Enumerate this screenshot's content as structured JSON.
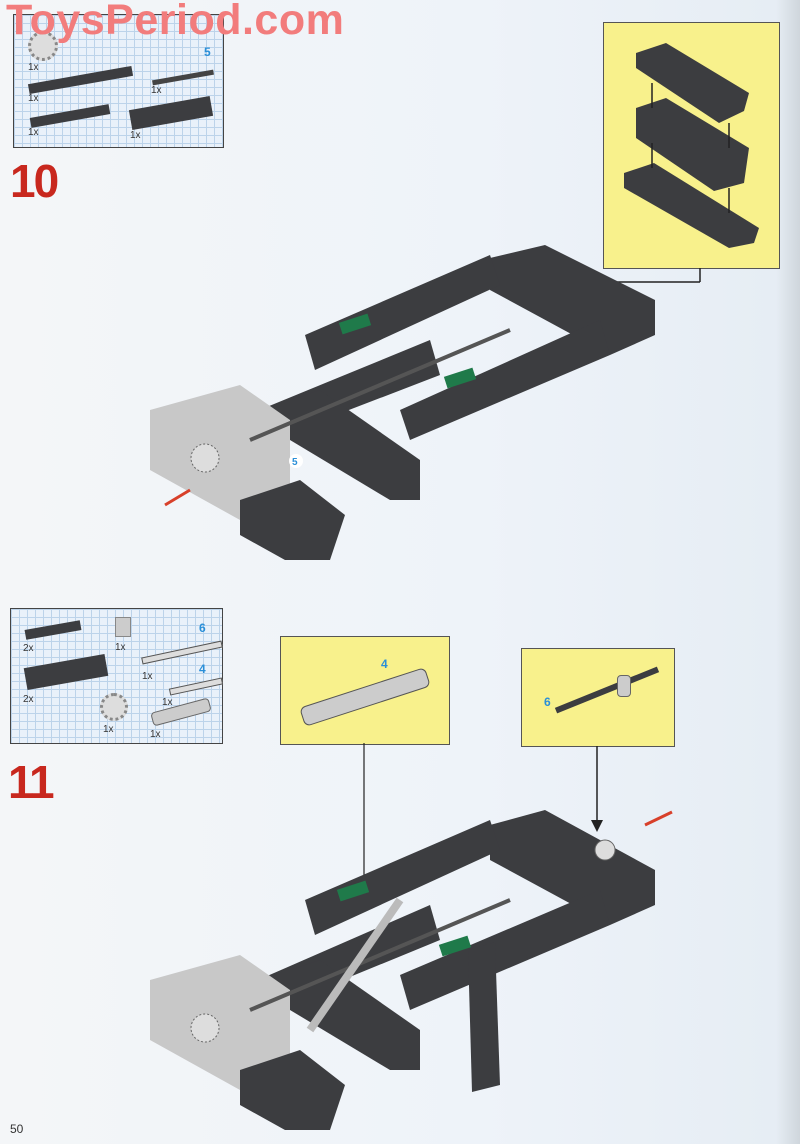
{
  "watermark": "ToysPeriod.com",
  "page_number": "50",
  "steps": [
    {
      "number": "10",
      "parts": [
        {
          "name": "gear",
          "qty": "1x"
        },
        {
          "name": "plate-1x8",
          "qty": "1x"
        },
        {
          "name": "plate-1x6",
          "qty": "1x"
        },
        {
          "name": "axle",
          "qty": "1x",
          "length": "5"
        },
        {
          "name": "technic-brick-1x6",
          "qty": "1x"
        }
      ],
      "model_callout_label": "5"
    },
    {
      "number": "11",
      "parts": [
        {
          "name": "plate-1x4",
          "qty": "2x"
        },
        {
          "name": "bush",
          "qty": "1x"
        },
        {
          "name": "axle",
          "qty": "1x",
          "length": "6"
        },
        {
          "name": "technic-brick-1x6",
          "qty": "2x"
        },
        {
          "name": "axle",
          "qty": "1x",
          "length": "4"
        },
        {
          "name": "gear",
          "qty": "1x"
        },
        {
          "name": "universal-joint",
          "qty": "1x"
        }
      ],
      "callouts": [
        {
          "label": "4"
        },
        {
          "label": "6"
        }
      ]
    }
  ],
  "colors": {
    "step_number": "#c8281e",
    "callout": "#f8f18c",
    "axle_length": "#2a8fd8",
    "watermark": "#f27c7c",
    "brick": "#3c3d40",
    "green_plate": "#1f7a4a"
  }
}
